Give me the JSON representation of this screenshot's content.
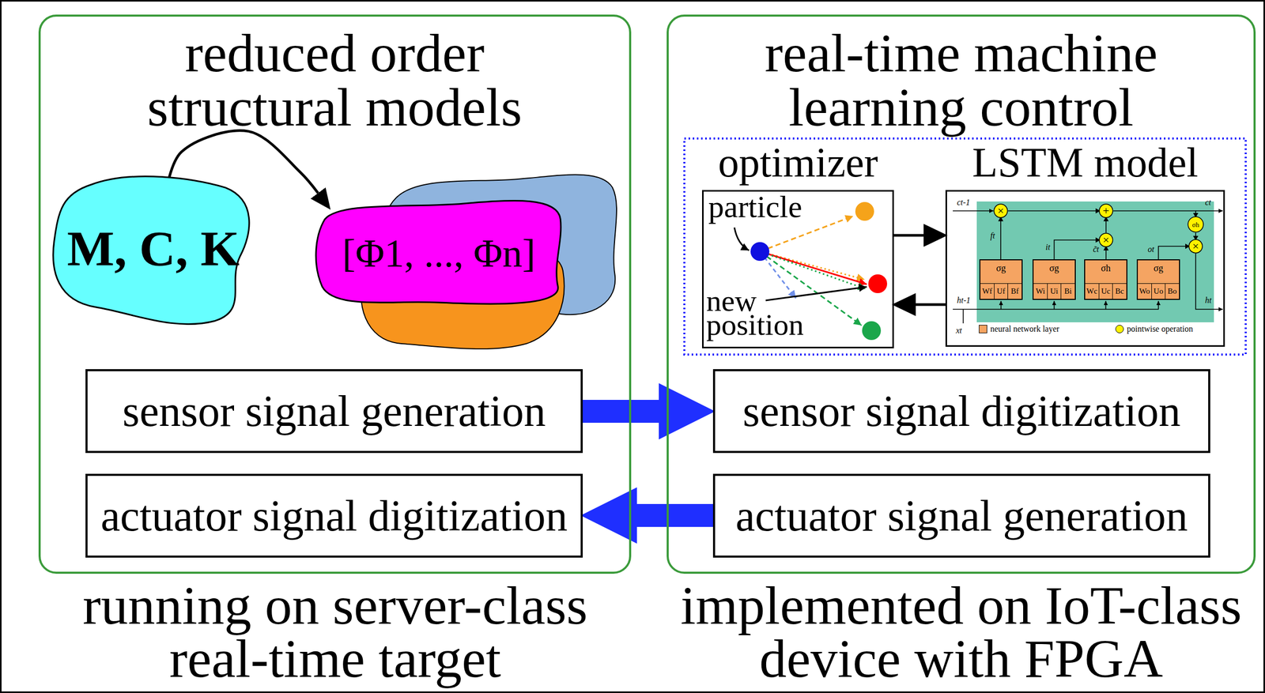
{
  "diagram": {
    "nodes": [
      {
        "text": [
          "reduced order structural models",
          "running on server-class real-time target"
        ]
      },
      {
        "text": [
          "M, C, K"
        ],
        "in": 0
      },
      {
        "text": [
          "[Φ1, ..., Φn]"
        ],
        "in": 0
      },
      {
        "text": [
          "sensor signal generation"
        ],
        "in": 0
      },
      {
        "text": [
          "actuator signal digitization"
        ],
        "in": 0
      },
      {
        "text": [
          "real-time machine learning control",
          "implemented on IoT-class device with FPGA"
        ]
      },
      {
        "text": [
          "optimizer",
          "particle",
          "new position"
        ],
        "in": 5
      },
      {
        "text": [
          "LSTM model",
          "ct-1",
          "ct",
          "ht-1",
          "ht",
          "xt"
        ],
        "in": 5
      },
      {
        "text": [
          "σg",
          "Wf",
          "Uf",
          "Bf"
        ],
        "in": 7
      },
      {
        "text": [
          "σg",
          "Wi",
          "Ui",
          "Bi"
        ],
        "in": 7
      },
      {
        "text": [
          "σh",
          "Wc",
          "Uc",
          "Bc"
        ],
        "in": 7
      },
      {
        "text": [
          "σg",
          "Wo",
          "Uo",
          "Bo"
        ],
        "in": 7
      },
      {
        "text": [
          "×"
        ],
        "in": 7
      },
      {
        "text": [
          "+"
        ],
        "in": 7
      },
      {
        "text": [
          "×"
        ],
        "in": 7
      },
      {
        "text": [
          "σh"
        ],
        "in": 7
      },
      {
        "text": [
          "×"
        ],
        "in": 7
      },
      {
        "text": [
          "sensor signal digitization"
        ],
        "in": 5
      },
      {
        "text": [
          "actuator signal generation"
        ],
        "in": 5
      }
    ],
    "edges": [
      {
        "from": 1,
        "to": 2,
        "arrow": "to"
      },
      {
        "from": 3,
        "to": 17,
        "arrow": "to"
      },
      {
        "from": 18,
        "to": 4,
        "arrow": "to"
      },
      {
        "from": 6,
        "to": 7,
        "arrow": "to"
      },
      {
        "from": 7,
        "to": 6,
        "arrow": "to"
      },
      {
        "from": 8,
        "to": 12,
        "label": "ft",
        "arrow": "to"
      },
      {
        "from": 9,
        "to": 14,
        "label": "it",
        "arrow": "to"
      },
      {
        "from": 10,
        "to": 14,
        "label": "c̃t",
        "arrow": "to"
      },
      {
        "from": 14,
        "to": 13,
        "arrow": "to"
      },
      {
        "from": 12,
        "to": 13,
        "arrow": "to"
      },
      {
        "from": 13,
        "to": 15,
        "arrow": "to"
      },
      {
        "from": 15,
        "to": 16,
        "arrow": "to"
      },
      {
        "from": 11,
        "to": 16,
        "label": "ot",
        "arrow": "to"
      }
    ],
    "legend": [
      {
        "text": "neural network layer",
        "color": "#f5a462"
      },
      {
        "text": "pointwise operation",
        "color": "#fff200"
      }
    ]
  }
}
